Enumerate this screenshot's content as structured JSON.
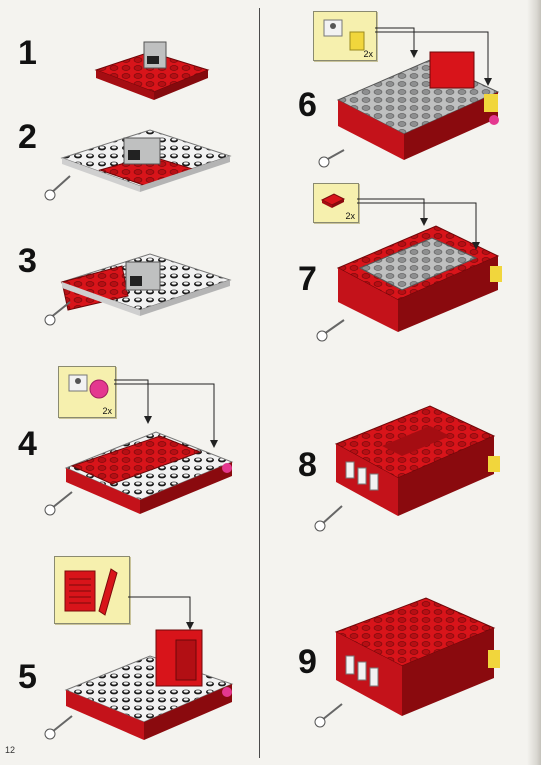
{
  "page_number": "12",
  "steps": [
    {
      "number": "1"
    },
    {
      "number": "2"
    },
    {
      "number": "3"
    },
    {
      "number": "4",
      "callout_qty": "2x"
    },
    {
      "number": "5"
    },
    {
      "number": "6",
      "callout_qty": "2x"
    },
    {
      "number": "7",
      "callout_qty": "2x"
    },
    {
      "number": "8"
    },
    {
      "number": "9"
    }
  ],
  "colors": {
    "brick_red": "#d8141a",
    "brick_grey": "#bfc0c0",
    "brick_white": "#f2f2f2",
    "accent_yellow": "#f1d63c",
    "accent_pink": "#e4388f",
    "callout_bg": "#f6f0ae"
  }
}
